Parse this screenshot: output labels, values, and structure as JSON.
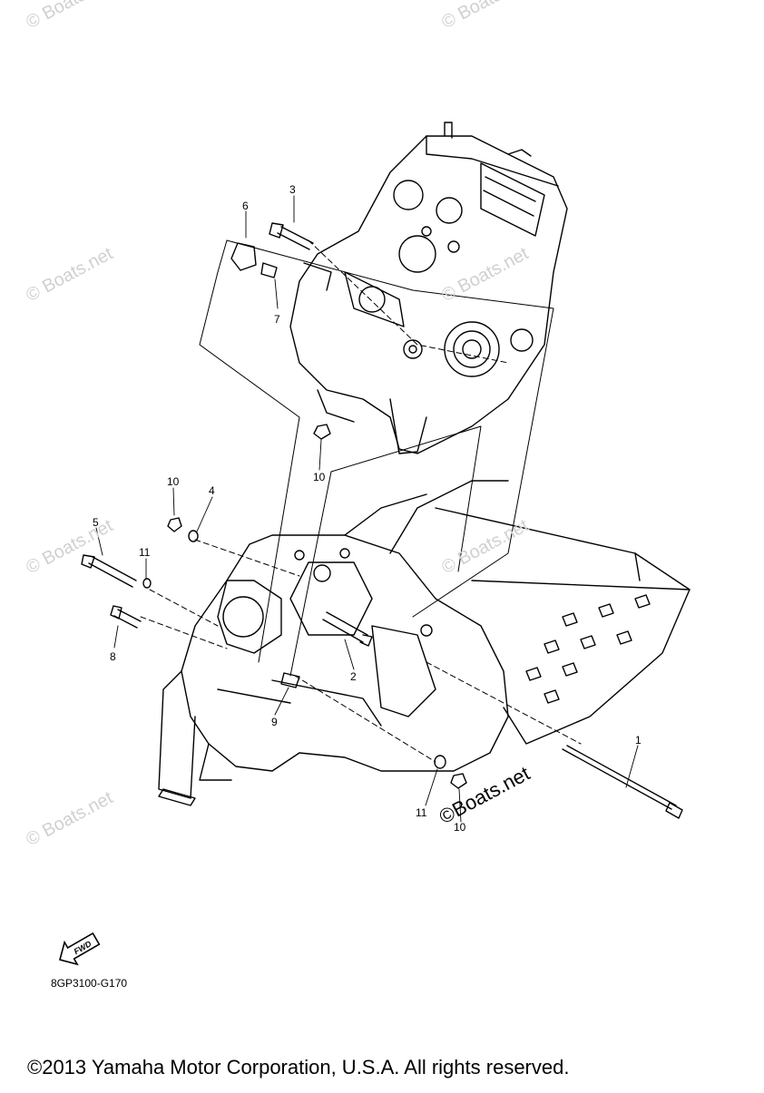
{
  "watermark": "© Boats.net",
  "brand_watermark": "©Boats.net",
  "fwd_label": "FWD",
  "diagram_code": "8GP3100-G170",
  "copyright": "©2013 Yamaha Motor Corporation, U.S.A. All rights reserved.",
  "callouts": [
    "1",
    "2",
    "3",
    "4",
    "5",
    "6",
    "7",
    "8",
    "9",
    "10",
    "10",
    "10",
    "11",
    "11"
  ]
}
